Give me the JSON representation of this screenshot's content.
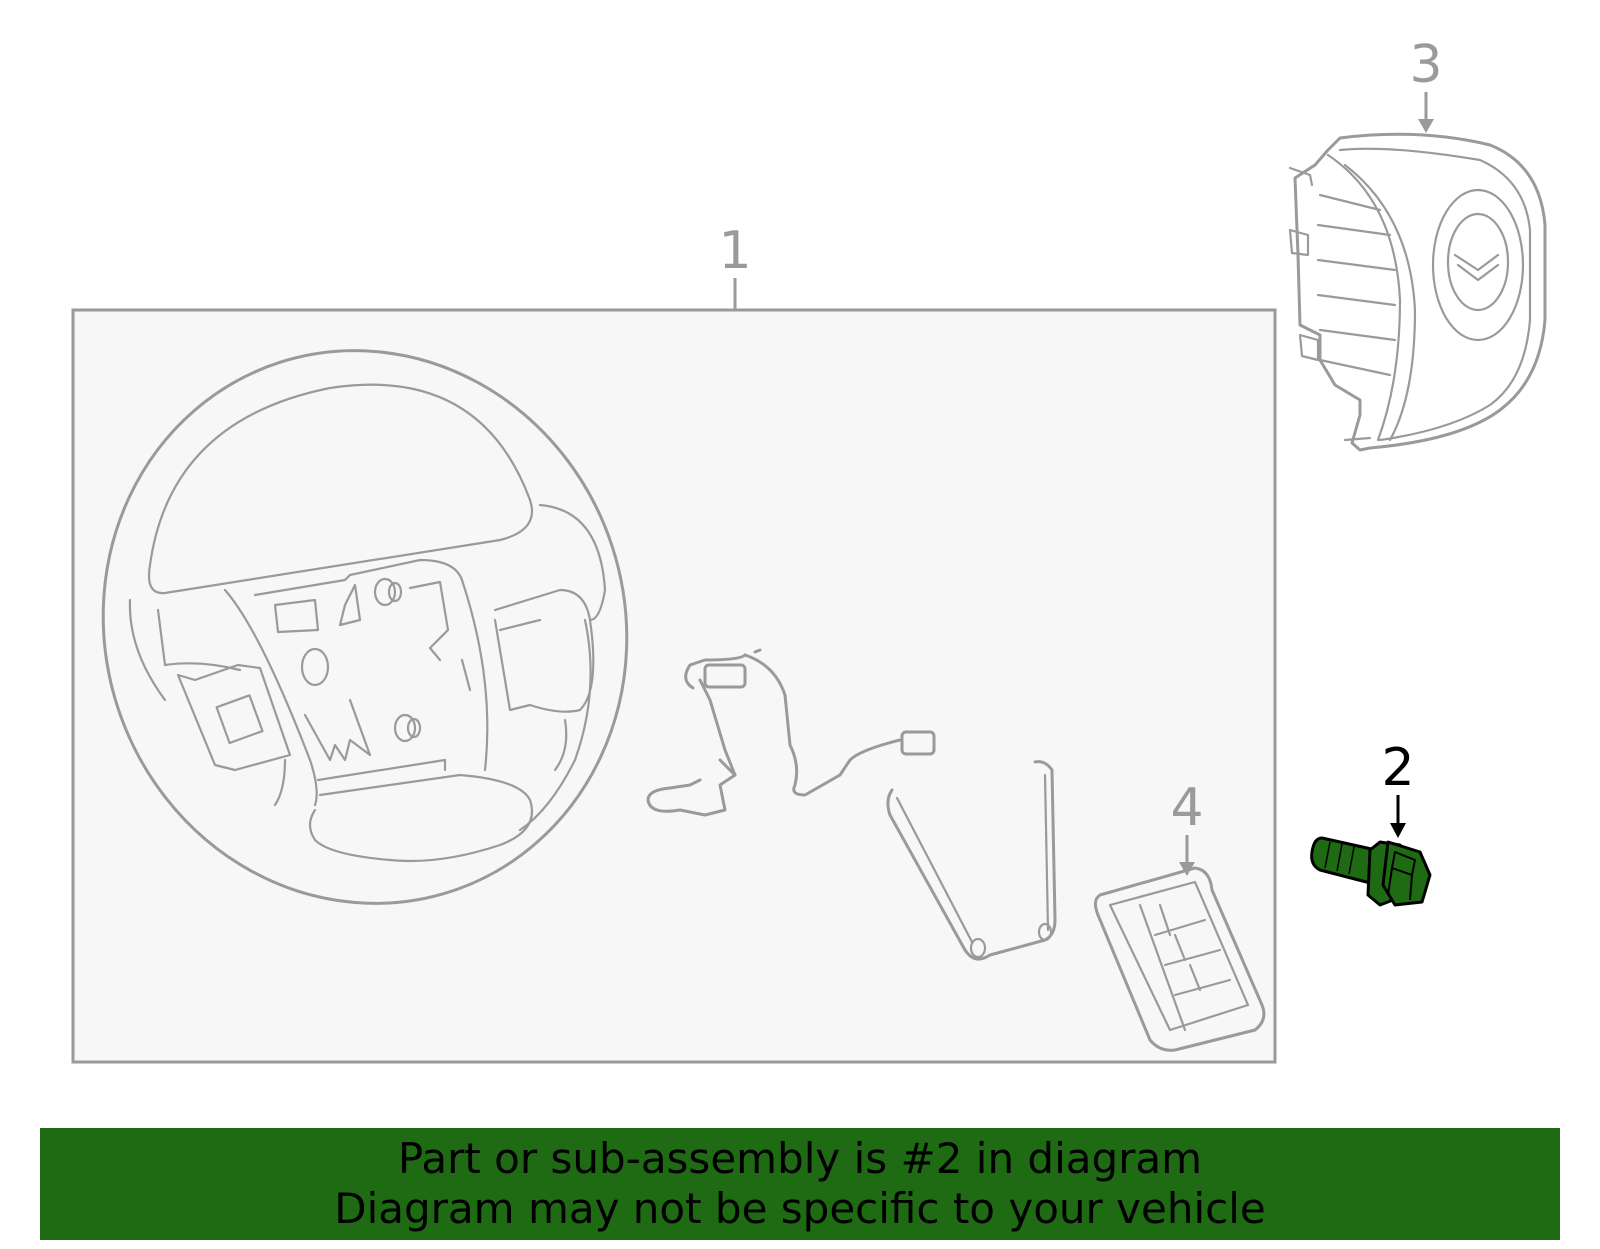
{
  "colors": {
    "highlight": "#1e6b14",
    "line_grey": "#9a9a9a",
    "panel_bg": "#f7f7f7",
    "banner_bg": "#1e6b14"
  },
  "callouts": {
    "part_1": "1",
    "part_2": "2",
    "part_3": "3",
    "part_4": "4"
  },
  "highlighted_part": "2",
  "banner": {
    "line1": "Part or sub-assembly is #2 in diagram",
    "line2": "Diagram may not be specific to your vehicle"
  }
}
